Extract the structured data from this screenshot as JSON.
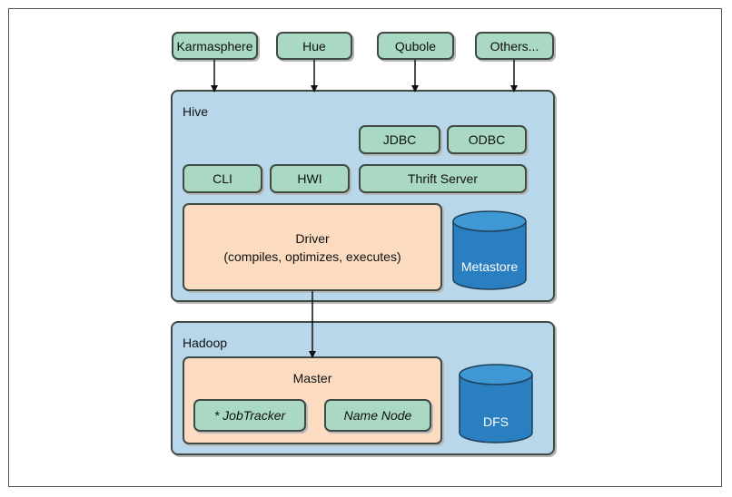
{
  "clients": [
    "Karmasphere",
    "Hue",
    "Qubole",
    "Others..."
  ],
  "hive": {
    "label": "Hive",
    "jdbc": "JDBC",
    "odbc": "ODBC",
    "cli": "CLI",
    "hwi": "HWI",
    "thrift": "Thrift Server",
    "driver_title": "Driver",
    "driver_sub": "(compiles, optimizes, executes)",
    "metastore": "Metastore"
  },
  "hadoop": {
    "label": "Hadoop",
    "master": "Master",
    "jobtracker": "* JobTracker",
    "namenode": "Name Node",
    "dfs": "DFS"
  },
  "colors": {
    "client_fill": "#a9d8c3",
    "panel_fill": "#b9d7eb",
    "driver_fill": "#fbdcc0",
    "cylinder_fill": "#2a7fc0",
    "cylinder_top": "#3f97d4"
  }
}
